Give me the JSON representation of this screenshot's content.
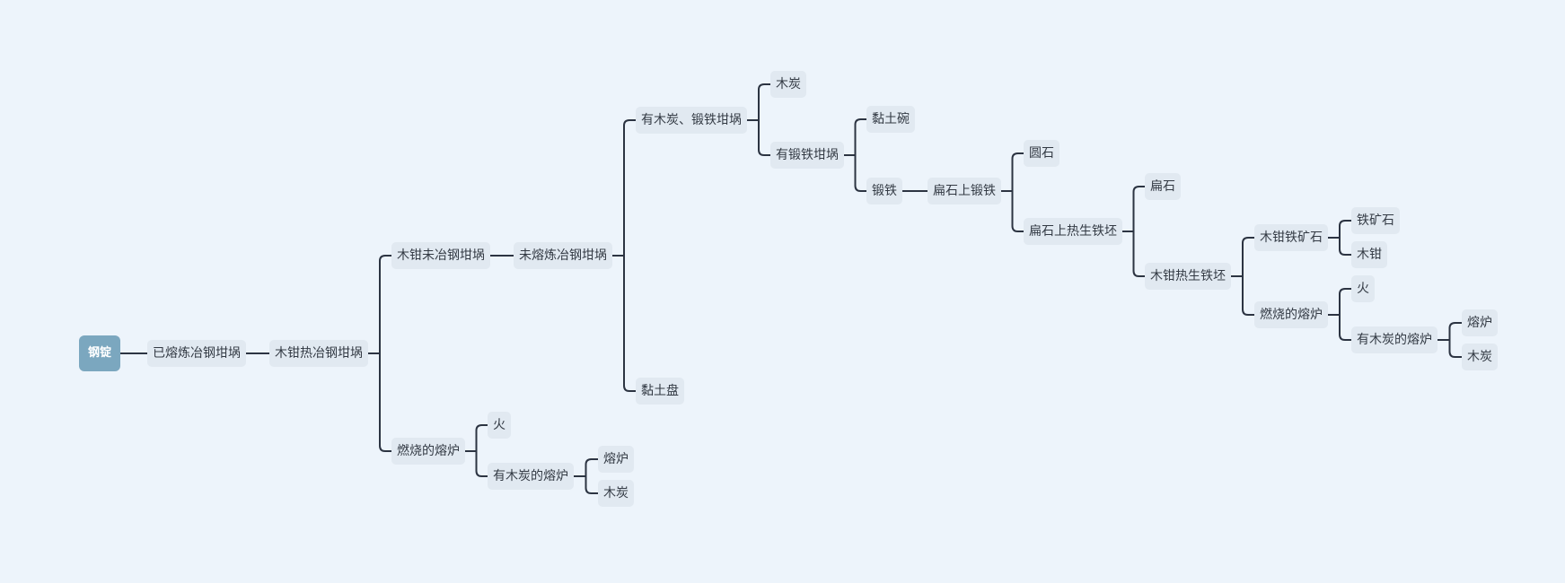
{
  "mindmap": {
    "colors": {
      "background": "#edf4fb",
      "node": "#e1e9f1",
      "root": "#7ba7bf",
      "line": "#2c3442",
      "text": "#333a44"
    },
    "root": {
      "label": "钢锭"
    },
    "nodes": {
      "n1": "已熔炼冶钢坩埚",
      "n2": "木钳热冶钢坩埚",
      "n3": "木钳未冶钢坩埚",
      "n4": "未熔炼冶钢坩埚",
      "n5": "有木炭、锻铁坩埚",
      "n6": "木炭",
      "n7": "有锻铁坩埚",
      "n8": "黏土碗",
      "n9": "锻铁",
      "n10": "扁石上锻铁",
      "n11": "圆石",
      "n12": "扁石上热生铁坯",
      "n13": "扁石",
      "n14": "木钳热生铁坯",
      "n15": "木钳铁矿石",
      "n16": "铁矿石",
      "n17": "木钳",
      "n18": "燃烧的熔炉",
      "n19": "火",
      "n20": "有木炭的熔炉",
      "n21": "熔炉",
      "n22": "木炭",
      "n23": "黏土盘",
      "n24": "燃烧的熔炉",
      "n25": "火",
      "n26": "有木炭的熔炉",
      "n27": "熔炉",
      "n28": "木炭"
    }
  }
}
